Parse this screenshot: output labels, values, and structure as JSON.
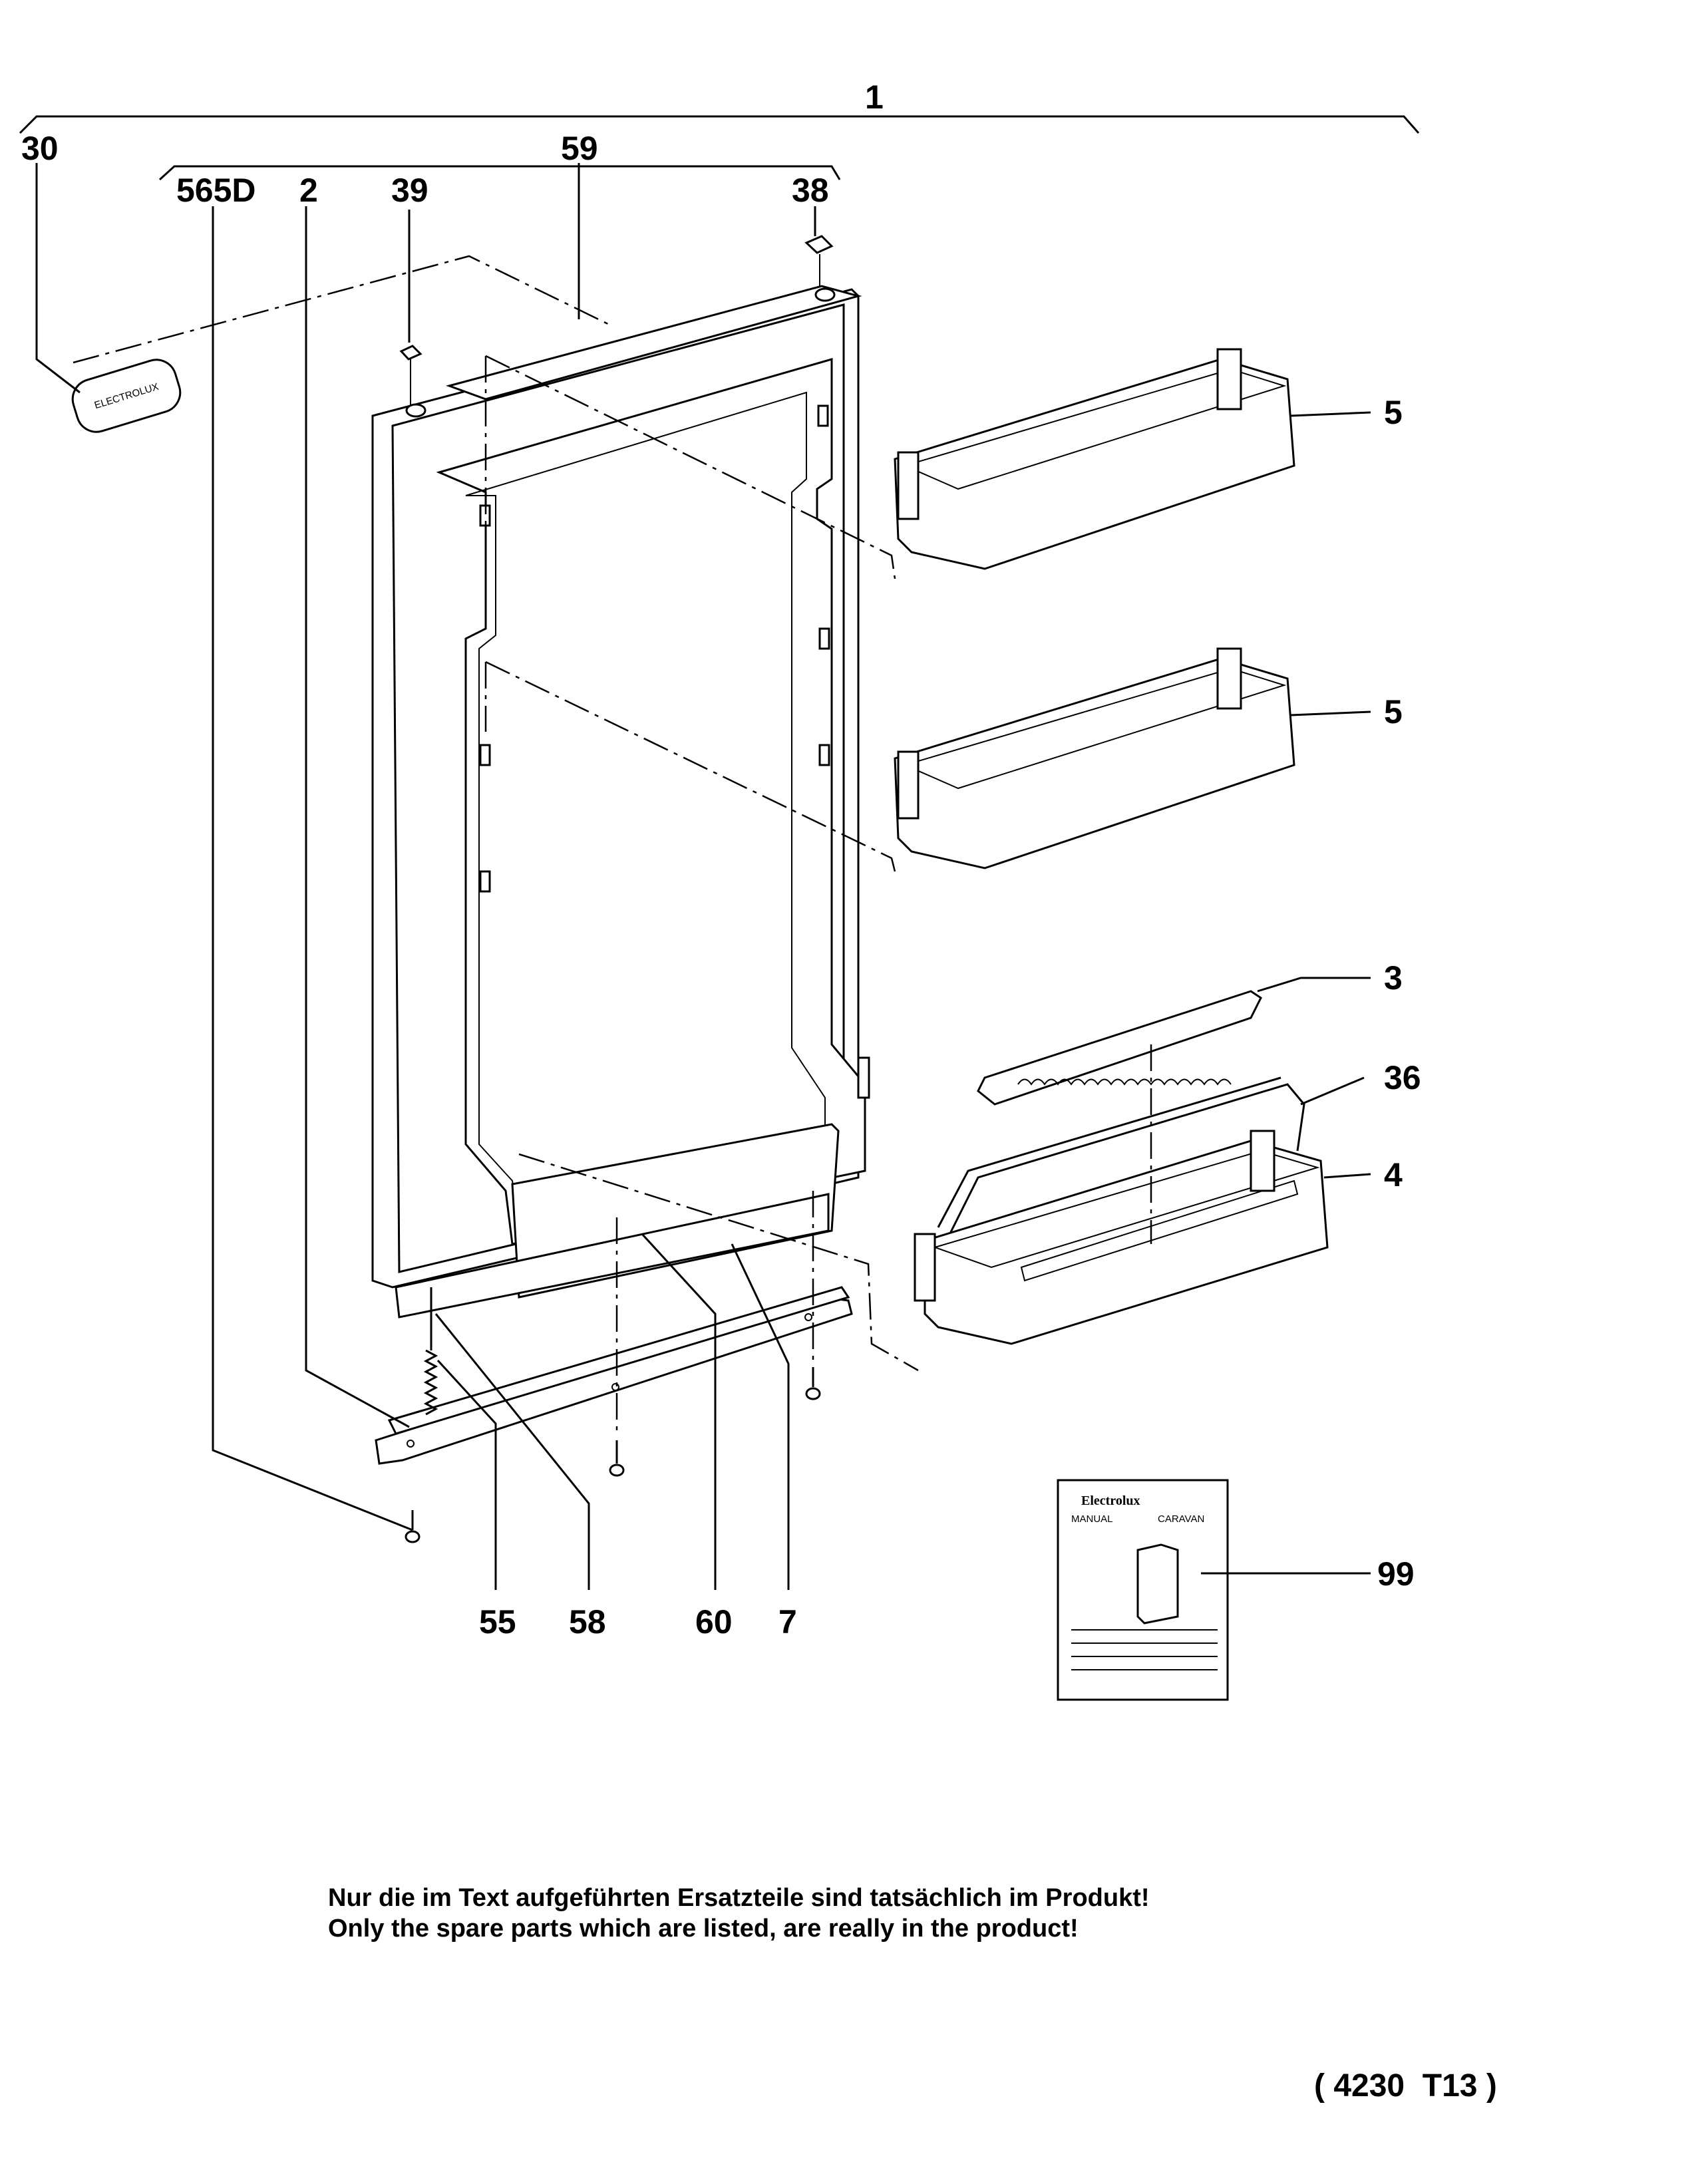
{
  "part_labels": {
    "p1": "1",
    "p30": "30",
    "p59": "59",
    "p565D": "565D",
    "p2": "2",
    "p39": "39",
    "p38": "38",
    "p5a": "5",
    "p5b": "5",
    "p3": "3",
    "p36": "36",
    "p4": "4",
    "p99": "99",
    "p55": "55",
    "p58": "58",
    "p60": "60",
    "p7": "7"
  },
  "badge_text": "ELECTROLUX",
  "manual": {
    "brand": "Electrolux",
    "left_title": "MANUAL",
    "right_title": "CARAVAN"
  },
  "note": {
    "line_de": "Nur die im Text aufgeführten Ersatzteile sind tatsächlich im Produkt!",
    "line_en": "Only the spare parts which are listed, are really in the product!"
  },
  "drawing_code": "( 4230  T13 )"
}
